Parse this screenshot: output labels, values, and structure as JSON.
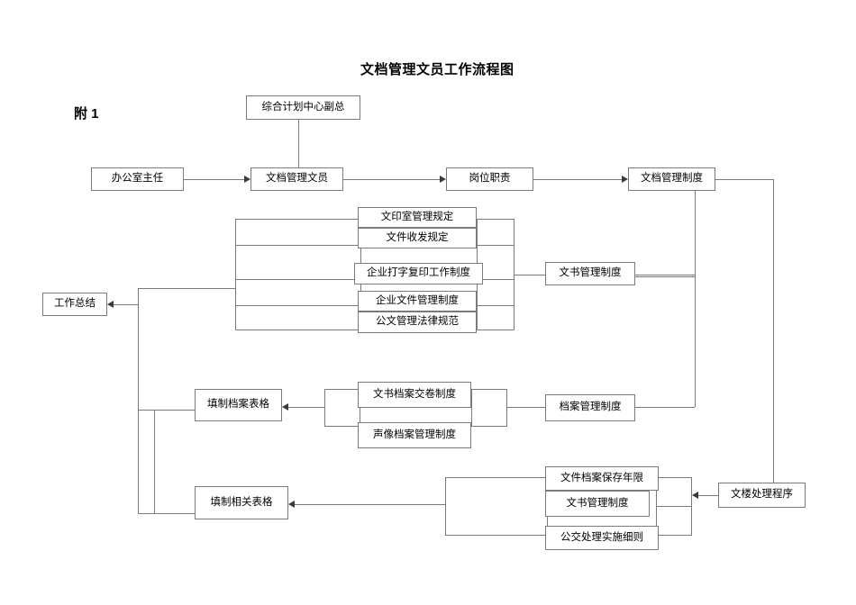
{
  "page": {
    "title": "文档管理文员工作流程图",
    "attachment_label": "附 1",
    "line_color": "#7a7a7a",
    "text_color": "#000000",
    "background": "#ffffff"
  },
  "nodes": {
    "vp_planning_center": "综合计划中心副总",
    "office_director": "办公室主任",
    "doc_clerk": "文档管理文员",
    "job_duties": "岗位职责",
    "doc_mgmt_system": "文档管理制度",
    "work_summary": "工作总结",
    "print_room_rules": "文印室管理规定",
    "file_receipt_rules": "文件收发规定",
    "typing_copy_rules": "企业打字复印工作制度",
    "enterprise_file_rules": "企业文件管理制度",
    "official_doc_law": "公文管理法律规范",
    "clerical_mgmt_system": "文书管理制度",
    "archive_mgmt_system": "档案管理制度",
    "fill_archive_form": "填制档案表格",
    "doc_archive_handover": "文书档案交卷制度",
    "av_archive_system": "声像档案管理制度",
    "fill_related_form": "填制相关表格",
    "file_retention_period": "文件档案保存年限",
    "clerical_mgmt_system_2": "文书管理制度",
    "public_transit_rules": "公交处理实施细则",
    "doc_building_procedure": "文楼处理程序"
  },
  "groups": {
    "rules_stack": [
      "文印室管理规定",
      "文件收发规定",
      "企业打字复印工作制度",
      "企业文件管理制度",
      "公文管理法律规范"
    ],
    "archive_stack": [
      "文书档案交卷制度",
      "声像档案管理制度"
    ],
    "bottom_stack": [
      "文件档案保存年限",
      "文书管理制度",
      "公交处理实施细则"
    ]
  }
}
